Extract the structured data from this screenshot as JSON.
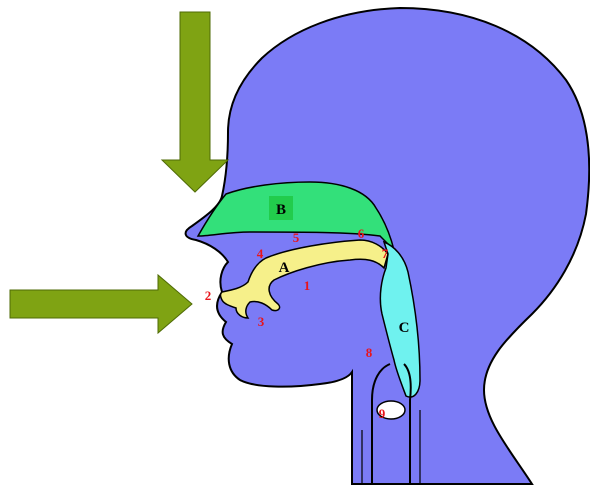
{
  "diagram": {
    "colors": {
      "background": "#ffffff",
      "head": "#7b7bf6",
      "outline": "#000000",
      "nasal_cavity": "#33e07a",
      "oral_cavity": "#f6f08a",
      "pharynx": "#6ff2ef",
      "arrow": "#7fa313",
      "number_labels": "#e8141b"
    },
    "region_labels": {
      "oral": "A",
      "nasal": "B",
      "pharynx": "C"
    },
    "number_labels": [
      "1",
      "2",
      "3",
      "4",
      "5",
      "6",
      "7",
      "8",
      "9"
    ],
    "arrows": [
      {
        "direction": "down"
      },
      {
        "direction": "right"
      }
    ]
  }
}
